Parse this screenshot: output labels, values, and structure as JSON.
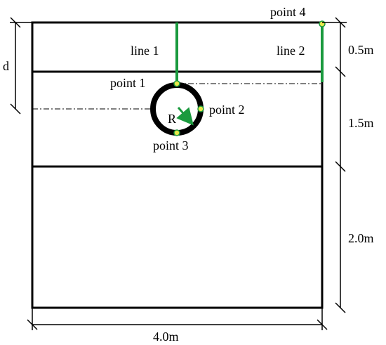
{
  "labels": {
    "d": "d",
    "line1": "line 1",
    "line2": "line 2",
    "point1": "point 1",
    "point2": "point 2",
    "point3": "point 3",
    "point4": "point 4",
    "radius": "R"
  },
  "dimensions": {
    "layer1": "0.5m",
    "layer2": "1.5m",
    "layer3": "2.0m",
    "width": "4.0m"
  },
  "colors": {
    "outline": "#000000",
    "monitor_line": "#1a9a3e",
    "point_fill": "#e8e84a",
    "radius_arrow": "#1a9a3e"
  }
}
